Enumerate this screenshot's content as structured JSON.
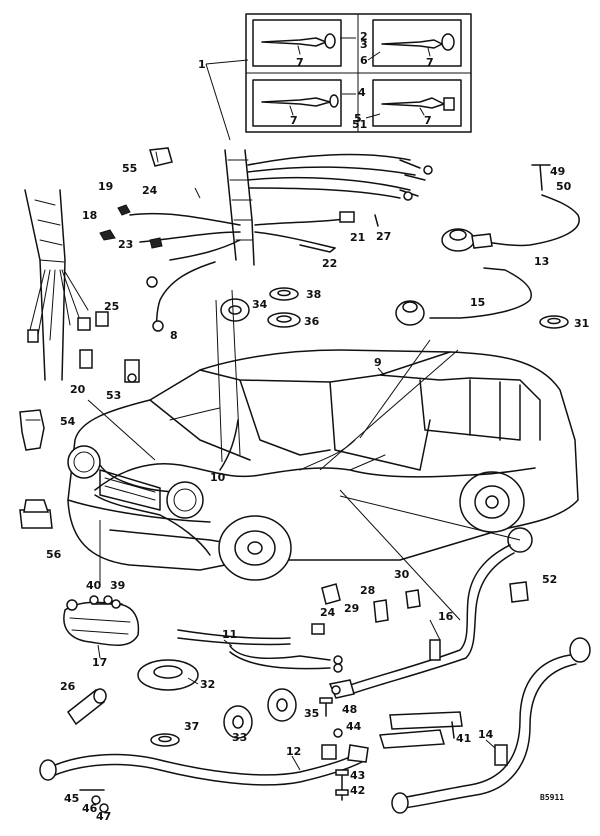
{
  "callouts": [
    {
      "id": "1",
      "label": "1"
    },
    {
      "id": "2",
      "label": "2"
    },
    {
      "id": "3",
      "label": "3"
    },
    {
      "id": "4",
      "label": "4"
    },
    {
      "id": "5",
      "label": "5"
    },
    {
      "id": "6",
      "label": "6"
    },
    {
      "id": "7a",
      "label": "7"
    },
    {
      "id": "7b",
      "label": "7"
    },
    {
      "id": "7c",
      "label": "7"
    },
    {
      "id": "7d",
      "label": "7"
    },
    {
      "id": "8",
      "label": "8"
    },
    {
      "id": "9",
      "label": "9"
    },
    {
      "id": "10",
      "label": "10"
    },
    {
      "id": "11",
      "label": "11"
    },
    {
      "id": "12",
      "label": "12"
    },
    {
      "id": "13",
      "label": "13"
    },
    {
      "id": "14",
      "label": "14"
    },
    {
      "id": "15",
      "label": "15"
    },
    {
      "id": "16",
      "label": "16"
    },
    {
      "id": "17",
      "label": "17"
    },
    {
      "id": "18",
      "label": "18"
    },
    {
      "id": "19",
      "label": "19"
    },
    {
      "id": "20",
      "label": "20"
    },
    {
      "id": "21",
      "label": "21"
    },
    {
      "id": "22",
      "label": "22"
    },
    {
      "id": "23",
      "label": "23"
    },
    {
      "id": "24a",
      "label": "24"
    },
    {
      "id": "24b",
      "label": "24"
    },
    {
      "id": "25",
      "label": "25"
    },
    {
      "id": "26",
      "label": "26"
    },
    {
      "id": "27",
      "label": "27"
    },
    {
      "id": "28",
      "label": "28"
    },
    {
      "id": "29",
      "label": "29"
    },
    {
      "id": "30",
      "label": "30"
    },
    {
      "id": "31",
      "label": "31"
    },
    {
      "id": "32",
      "label": "32"
    },
    {
      "id": "33",
      "label": "33"
    },
    {
      "id": "34",
      "label": "34"
    },
    {
      "id": "35",
      "label": "35"
    },
    {
      "id": "36",
      "label": "36"
    },
    {
      "id": "37",
      "label": "37"
    },
    {
      "id": "38",
      "label": "38"
    },
    {
      "id": "39",
      "label": "39"
    },
    {
      "id": "40",
      "label": "40"
    },
    {
      "id": "41",
      "label": "41"
    },
    {
      "id": "42",
      "label": "42"
    },
    {
      "id": "43",
      "label": "43"
    },
    {
      "id": "44",
      "label": "44"
    },
    {
      "id": "45",
      "label": "45"
    },
    {
      "id": "46",
      "label": "46"
    },
    {
      "id": "47",
      "label": "47"
    },
    {
      "id": "48",
      "label": "48"
    },
    {
      "id": "49",
      "label": "49"
    },
    {
      "id": "50",
      "label": "50"
    },
    {
      "id": "51",
      "label": "51"
    },
    {
      "id": "52",
      "label": "52"
    },
    {
      "id": "53",
      "label": "53"
    },
    {
      "id": "54",
      "label": "54"
    },
    {
      "id": "55",
      "label": "55"
    },
    {
      "id": "56",
      "label": "56"
    }
  ],
  "drawing_ref": "B5911"
}
